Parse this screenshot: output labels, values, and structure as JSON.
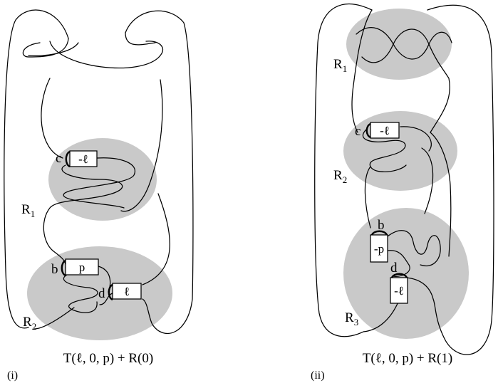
{
  "diagram_i": {
    "regions": [
      {
        "label": "R",
        "sub": "1"
      },
      {
        "label": "R",
        "sub": "2"
      }
    ],
    "boxes": [
      "-ℓ",
      "p",
      "ℓ"
    ],
    "markers": [
      "c",
      "b",
      "d"
    ],
    "caption": "T(ℓ, 0, p) + R(0)",
    "panel_label": "(i)"
  },
  "diagram_ii": {
    "regions": [
      {
        "label": "R",
        "sub": "1"
      },
      {
        "label": "R",
        "sub": "2"
      },
      {
        "label": "R",
        "sub": "3"
      }
    ],
    "boxes": [
      "-ℓ",
      "-p",
      "-ℓ"
    ],
    "markers": [
      "c",
      "b",
      "d"
    ],
    "caption": "T(ℓ, 0, p) + R(1)",
    "panel_label": "(ii)"
  }
}
